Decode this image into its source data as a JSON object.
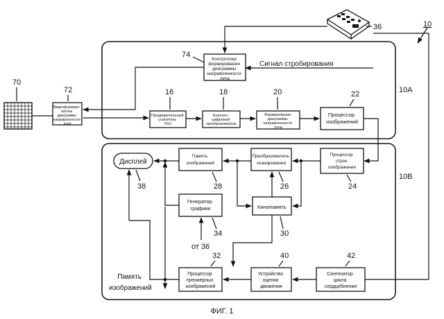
{
  "figure_caption": "ФИГ. 1",
  "system_ref": "10",
  "groups": {
    "upper_ref": "10A",
    "lower_ref": "10B"
  },
  "signals": {
    "strobe": "Сигнал стробирования"
  },
  "components": {
    "controller": {
      "lines": [
        "Контроллер",
        "формирования",
        "диаграммы",
        "направленности",
        "луча"
      ],
      "ref": "74"
    },
    "transducer": {
      "ref": "70"
    },
    "input_panel": {
      "ref": "36"
    },
    "microbeamformer": {
      "lines": [
        "Микроформиро-",
        "ватель",
        "диаграммы",
        "направленности",
        "луча"
      ],
      "ref": "72"
    },
    "preamp": {
      "lines": [
        "Предварительный",
        "усилитель",
        "TGC"
      ],
      "ref": "16"
    },
    "adc": {
      "lines": [
        "Аналого-",
        "цифровой",
        "преобразователь"
      ],
      "ref": "18"
    },
    "beamformer": {
      "lines": [
        "Формирование",
        "диаграммы",
        "направленности",
        "луча"
      ],
      "ref": "20"
    },
    "image_processor": {
      "lines": [
        "Процессор",
        "изображений"
      ],
      "ref": "22"
    },
    "display": {
      "label": "Дисплей",
      "ref": "38"
    },
    "image_memory": {
      "lines": [
        "Память",
        "изображений"
      ],
      "ref": "28"
    },
    "scan_converter": {
      "lines": [
        "Преобразователь",
        "сканирования"
      ],
      "ref": "26"
    },
    "line_processor": {
      "lines": [
        "Процессор",
        "строк",
        "изображения"
      ],
      "ref": "24"
    },
    "graphics": {
      "lines": [
        "Генератор",
        "графики"
      ],
      "ref": "34"
    },
    "cineloop": {
      "lines": [
        "Кинопамять"
      ],
      "ref": "30"
    },
    "proc_3d": {
      "lines": [
        "Процессор",
        "трехмерных",
        "изображений"
      ],
      "ref": "32"
    },
    "motion": {
      "lines": [
        "Устройство",
        "оценки",
        "движения"
      ],
      "ref": "40"
    },
    "heart_cycle": {
      "lines": [
        "Синтезатор",
        "цикла",
        "сердцебиения"
      ],
      "ref": "42"
    }
  },
  "notes": {
    "from_36": "от 36",
    "image_memory_out": [
      "Память",
      "изображений"
    ]
  }
}
